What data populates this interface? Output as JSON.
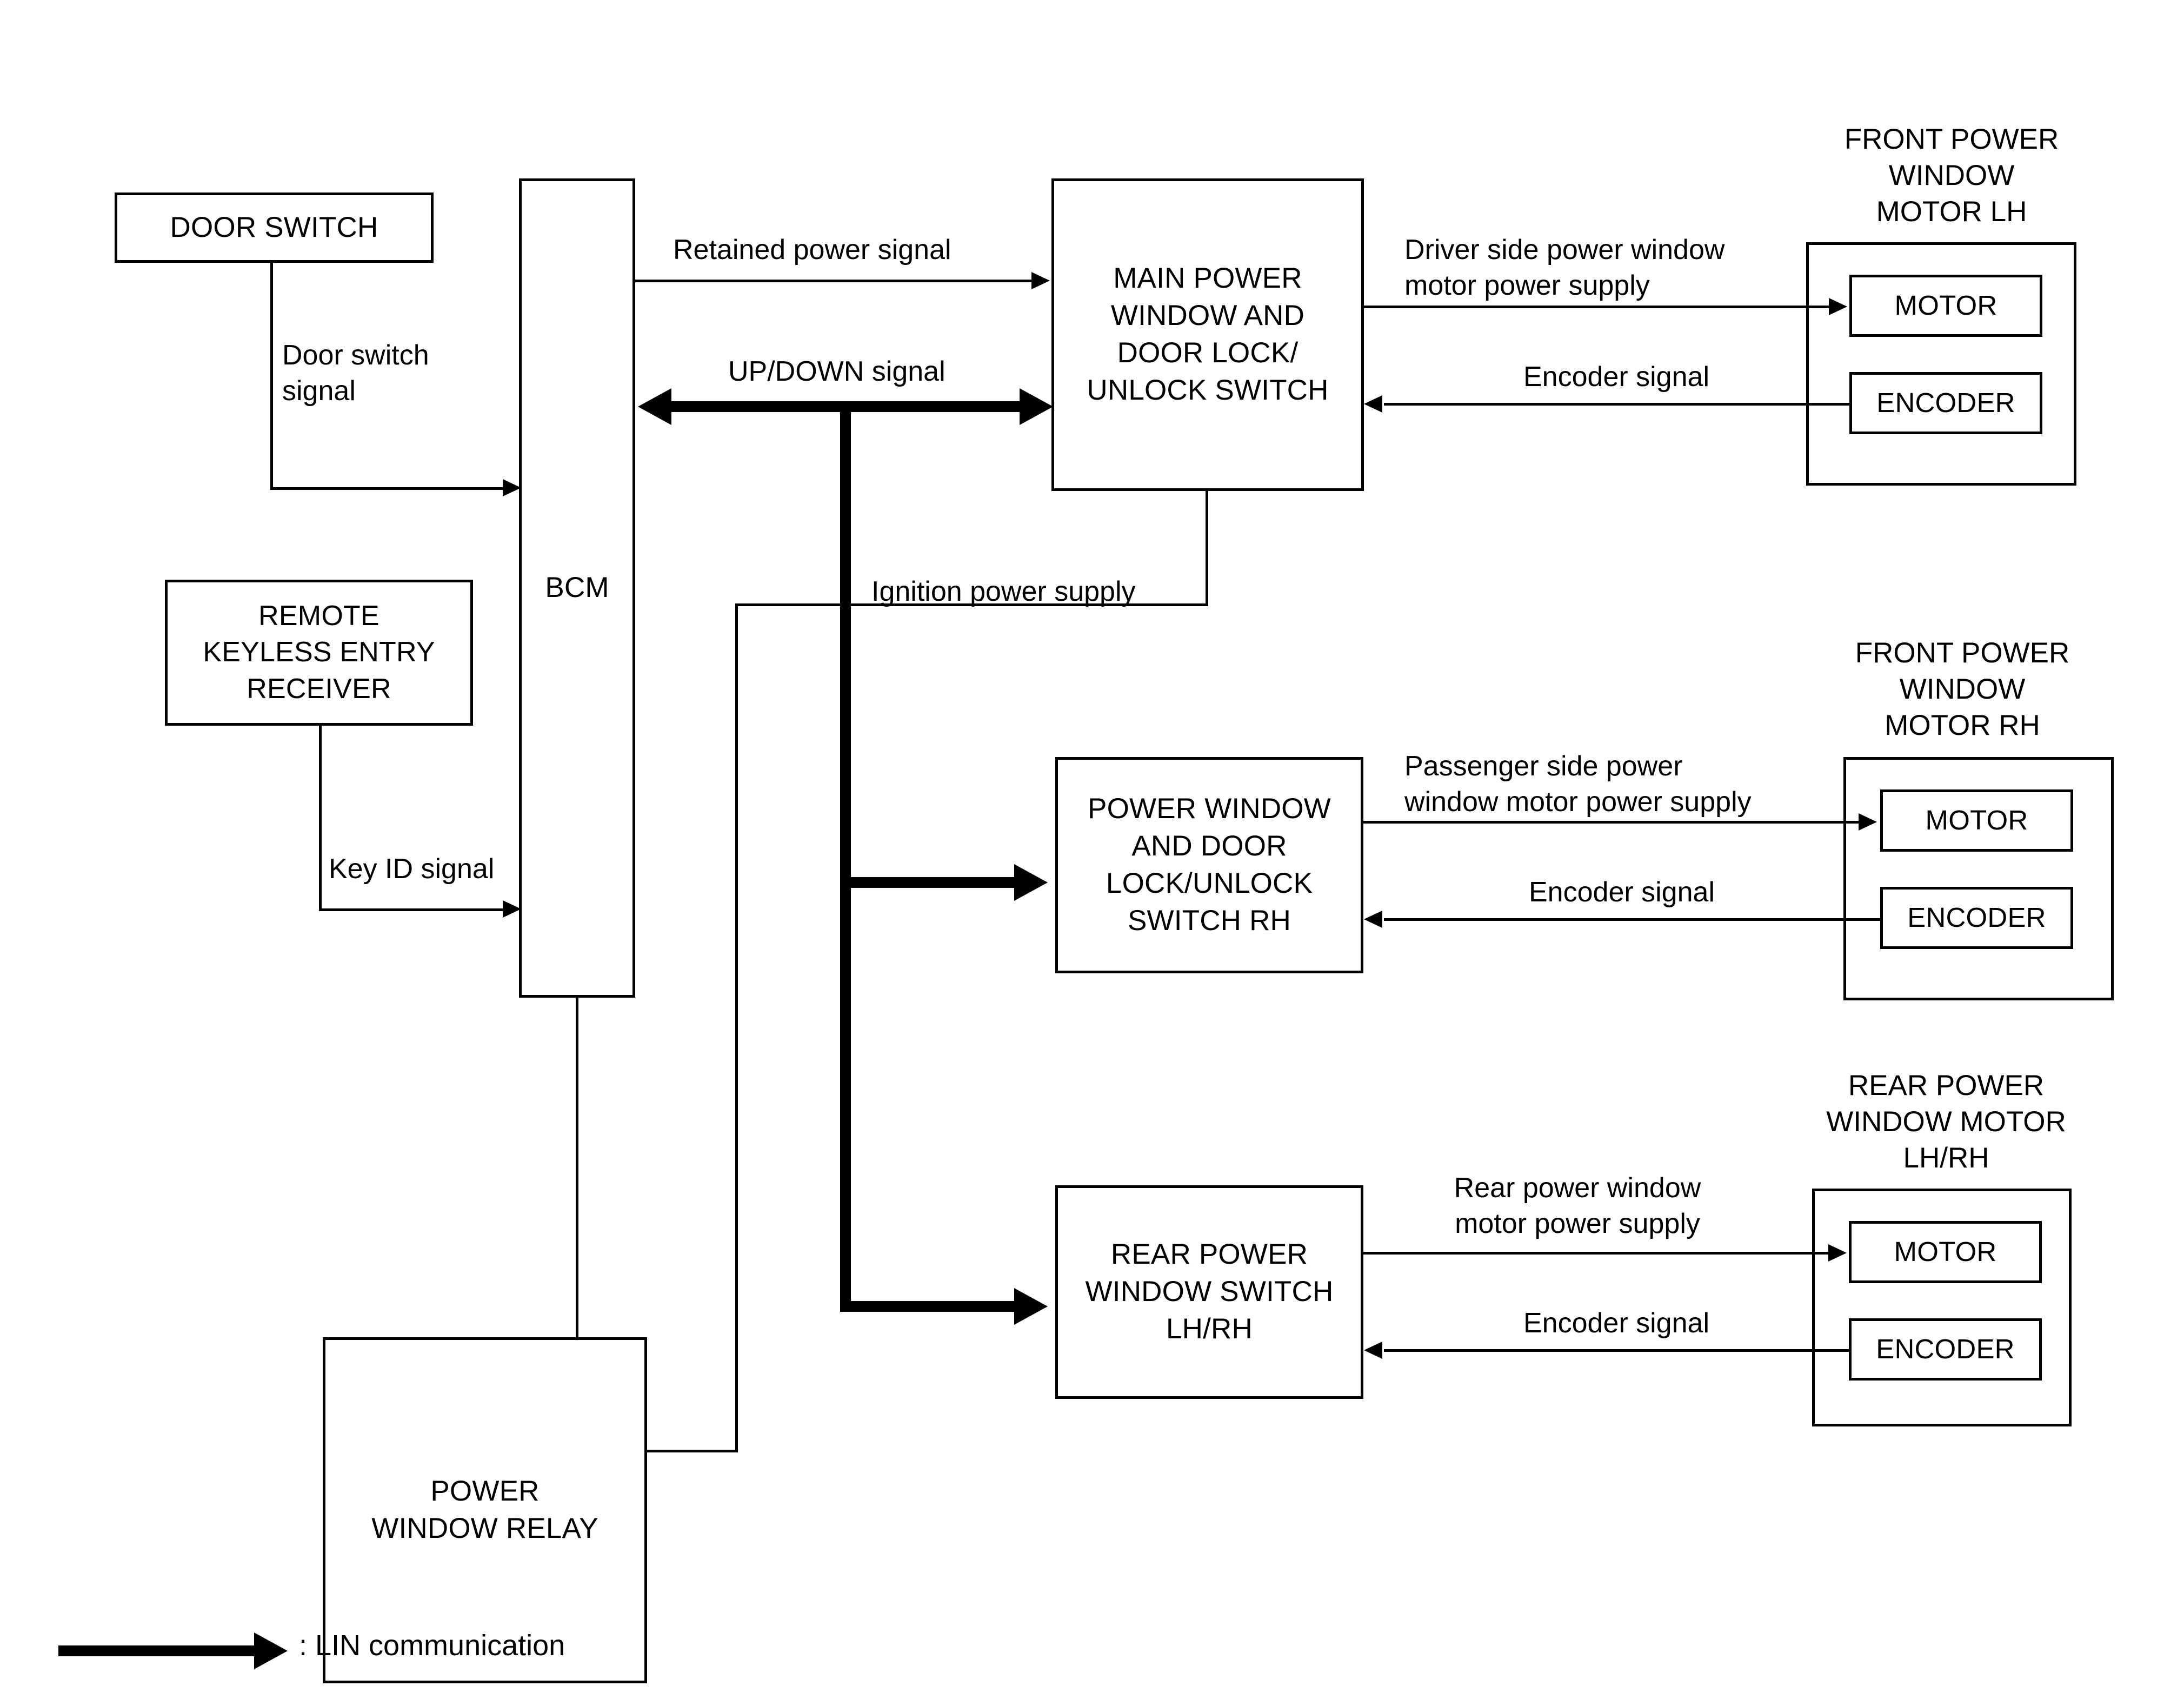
{
  "diagram": {
    "title": "Power window system block diagram",
    "line_color": "#000000",
    "background_color": "#ffffff"
  },
  "blocks": {
    "door_switch": "DOOR SWITCH",
    "remote_keyless_entry_receiver": "REMOTE\nKEYLESS ENTRY\nRECEIVER",
    "bcm": "BCM",
    "power_window_relay": "POWER\nWINDOW RELAY",
    "main_power_window_switch": "MAIN POWER\nWINDOW AND\nDOOR LOCK/\nUNLOCK SWITCH",
    "power_window_switch_rh": "POWER WINDOW\nAND DOOR\nLOCK/UNLOCK\nSWITCH RH",
    "rear_power_window_switch": "REAR POWER\nWINDOW SWITCH\nLH/RH",
    "motor": "MOTOR",
    "encoder": "ENCODER"
  },
  "group_captions": {
    "front_motor_lh": "FRONT POWER\nWINDOW\nMOTOR LH",
    "front_motor_rh": "FRONT POWER\nWINDOW\nMOTOR RH",
    "rear_motor_lh_rh": "REAR POWER\nWINDOW MOTOR\nLH/RH"
  },
  "signals": {
    "door_switch_signal": "Door switch\nsignal",
    "key_id_signal": "Key ID signal",
    "retained_power_signal": "Retained power signal",
    "up_down_signal": "UP/DOWN signal",
    "ignition_power_supply": "Ignition power supply",
    "driver_side_motor_power_supply": "Driver side power window\nmotor power supply",
    "passenger_side_motor_power_supply": "Passenger side power\nwindow motor power supply",
    "rear_motor_power_supply": "Rear power window\nmotor power supply",
    "encoder_signal_front_lh": "Encoder signal",
    "encoder_signal_front_rh": "Encoder signal",
    "encoder_signal_rear": "Encoder signal"
  },
  "legend": {
    "lin_communication": ": LIN communication"
  }
}
